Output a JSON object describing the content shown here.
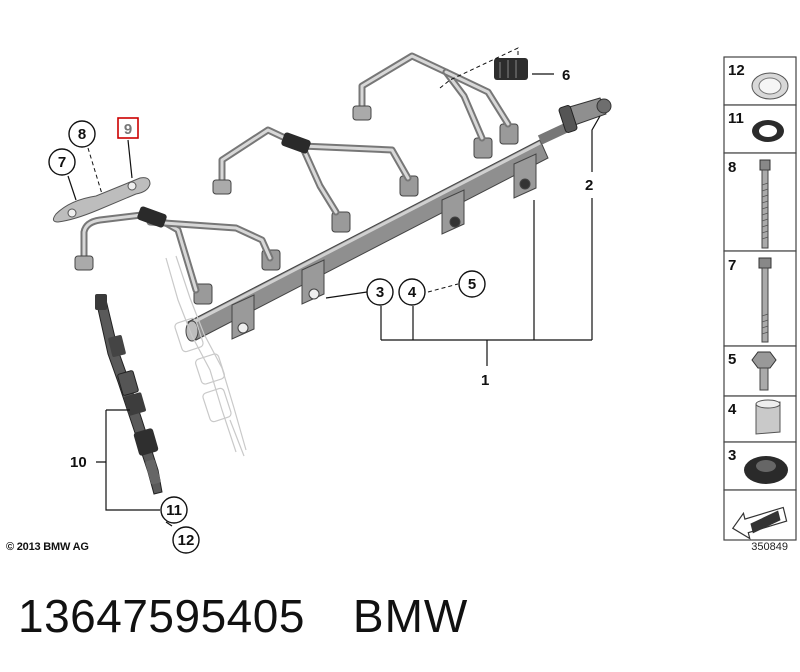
{
  "diagram": {
    "copyright": "© 2013 BMW AG",
    "reference_number": "350849",
    "callouts": [
      "1",
      "2",
      "3",
      "4",
      "5",
      "6",
      "7",
      "8",
      "9",
      "10",
      "11",
      "12"
    ],
    "legend": [
      "12",
      "11",
      "8",
      "7",
      "5",
      "4",
      "3"
    ],
    "highlight_color": "#cc0000"
  },
  "footer": {
    "part_number": "13647595405",
    "brand": "BMW"
  }
}
